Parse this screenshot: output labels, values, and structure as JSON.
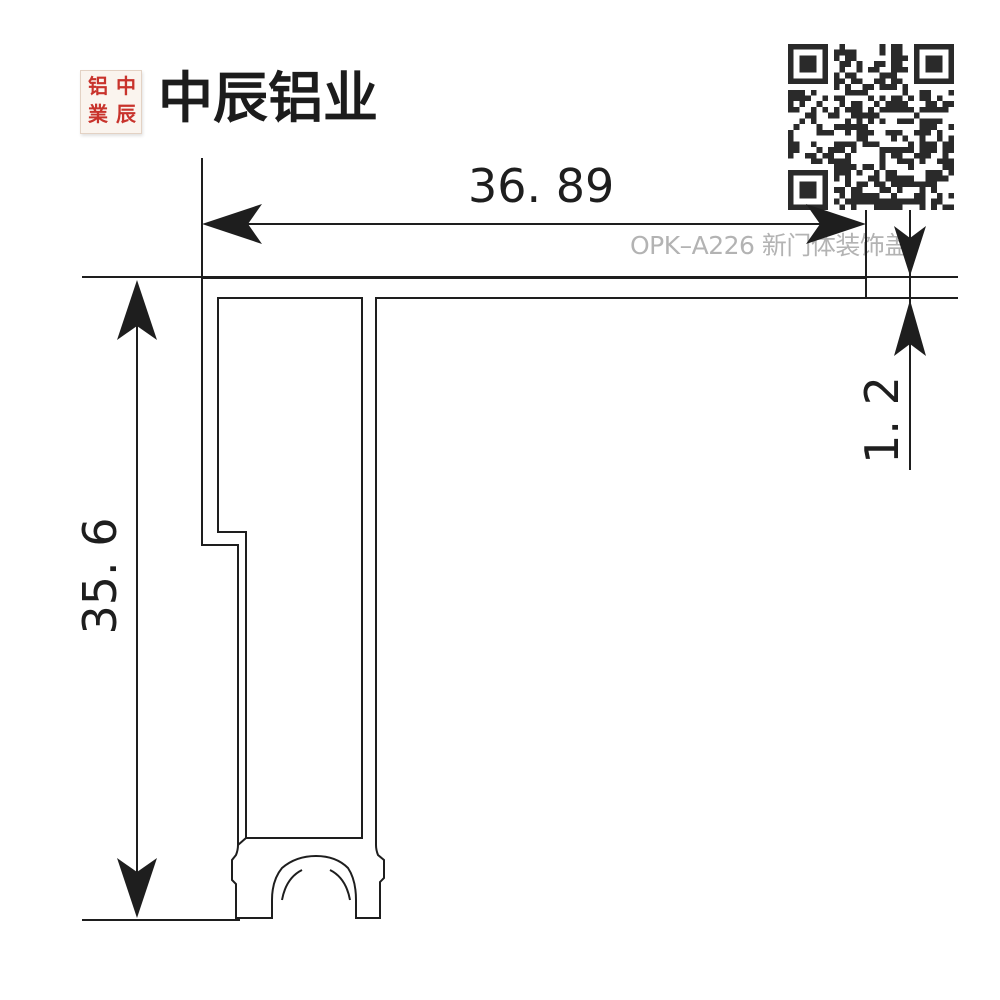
{
  "brand": {
    "seal_chars": [
      "中",
      "辰",
      "铝",
      "業"
    ],
    "name": "中辰铝业",
    "seal_color": "#c8332c"
  },
  "qr": {
    "icon": "qr-code-icon"
  },
  "product": {
    "code_label": "OPK–A226  新门体装饰盖"
  },
  "dimensions": {
    "width": "36. 89",
    "height": "35. 6",
    "wall_thickness": "1. 2"
  }
}
